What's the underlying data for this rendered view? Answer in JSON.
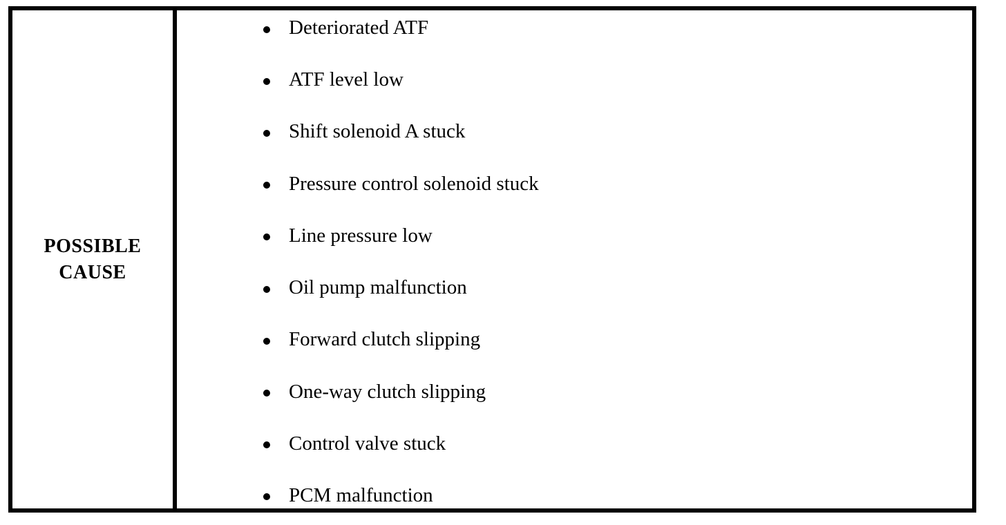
{
  "table": {
    "header_label": "POSSIBLE CAUSE",
    "causes": [
      "Deteriorated ATF",
      "ATF level low",
      "Shift solenoid A stuck",
      "Pressure control solenoid stuck",
      "Line pressure low",
      "Oil pump malfunction",
      "Forward clutch slipping",
      "One-way clutch slipping",
      "Control valve stuck",
      "PCM malfunction"
    ],
    "colors": {
      "border": "#000000",
      "background": "#ffffff",
      "text": "#000000"
    }
  }
}
